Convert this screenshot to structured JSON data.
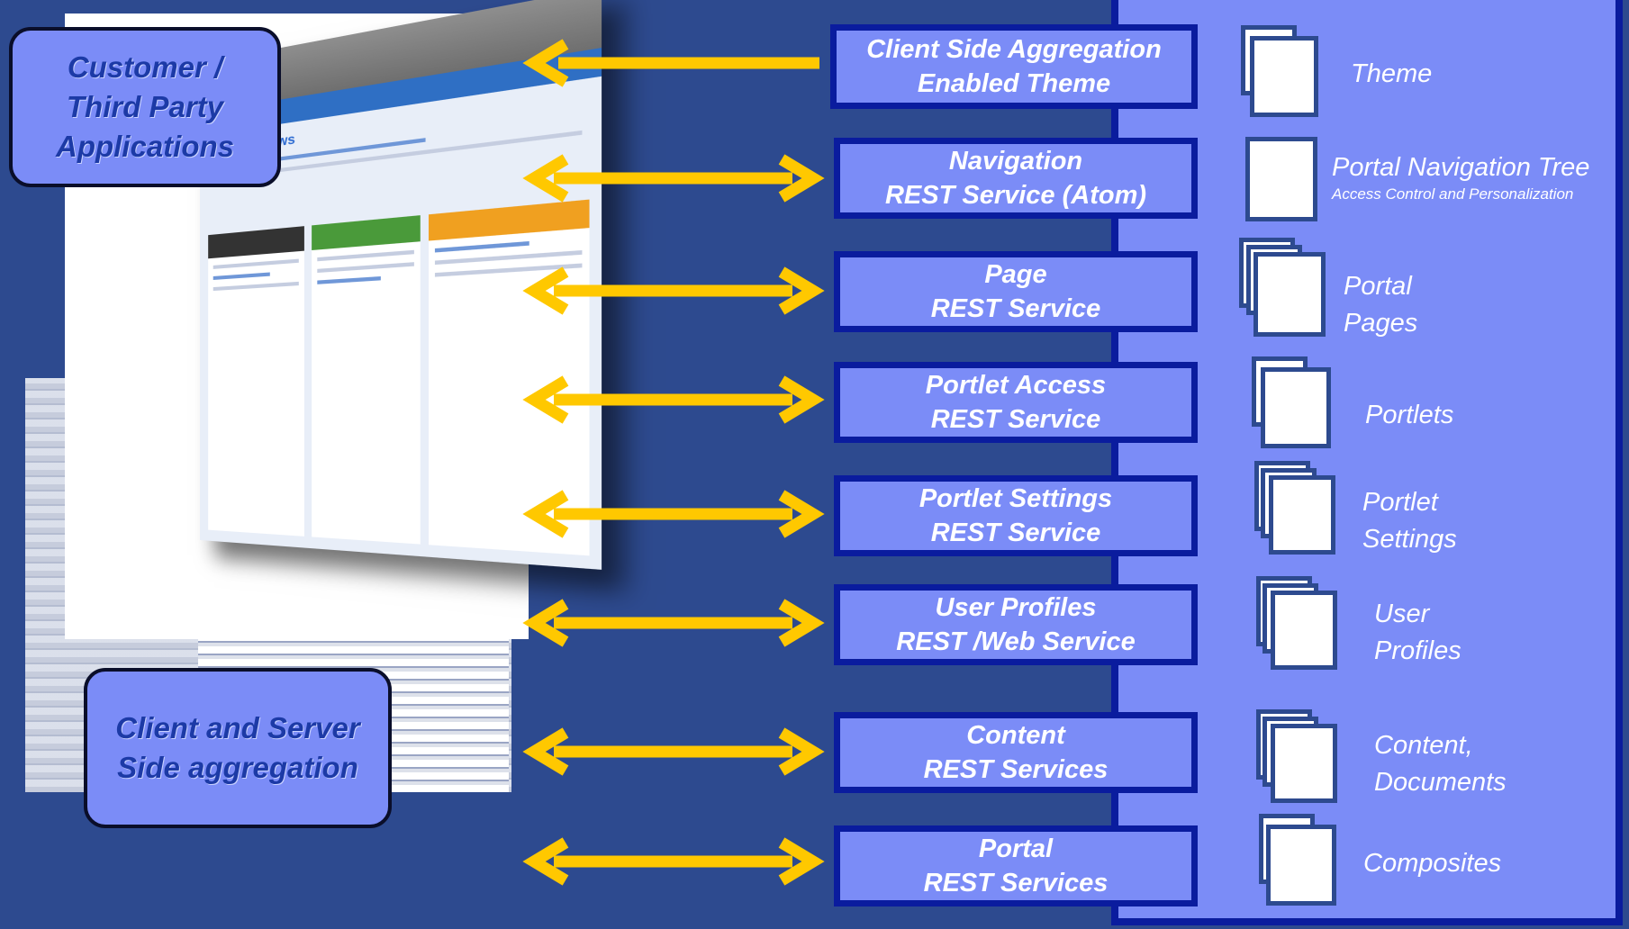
{
  "callouts": {
    "customer_line1": "Customer /",
    "customer_line2": "Third Party",
    "customer_line3": "Applications",
    "aggregation_line1": "Client and Server",
    "aggregation_line2": "Side aggregation"
  },
  "services": [
    {
      "line1": "Client Side Aggregation",
      "line2": "Enabled Theme"
    },
    {
      "line1": "Navigation",
      "line2": "REST Service (Atom)"
    },
    {
      "line1": "Page",
      "line2": "REST Service"
    },
    {
      "line1": "Portlet Access",
      "line2": "REST Service"
    },
    {
      "line1": "Portlet Settings",
      "line2": "REST Service"
    },
    {
      "line1": "User Profiles",
      "line2": "REST /Web Service"
    },
    {
      "line1": "Content",
      "line2": "REST Services"
    },
    {
      "line1": "Portal",
      "line2": "REST Services"
    }
  ],
  "resources": {
    "theme": "Theme",
    "nav_tree": "Portal Navigation Tree",
    "nav_tree_sub": "Access Control and Personalization",
    "pages_1": "Portal",
    "pages_2": "Pages",
    "portlets": "Portlets",
    "settings_1": "Portlet",
    "settings_2": "Settings",
    "profiles_1": "User",
    "profiles_2": "Profiles",
    "content_1": "Content,",
    "content_2": "Documents",
    "composites": "Composites"
  },
  "screenshot": {
    "title": "Product News"
  },
  "colors": {
    "background": "#2d4a8f",
    "panel": "#7b8cf7",
    "border": "#0a1c9e",
    "arrow": "#ffc800"
  }
}
